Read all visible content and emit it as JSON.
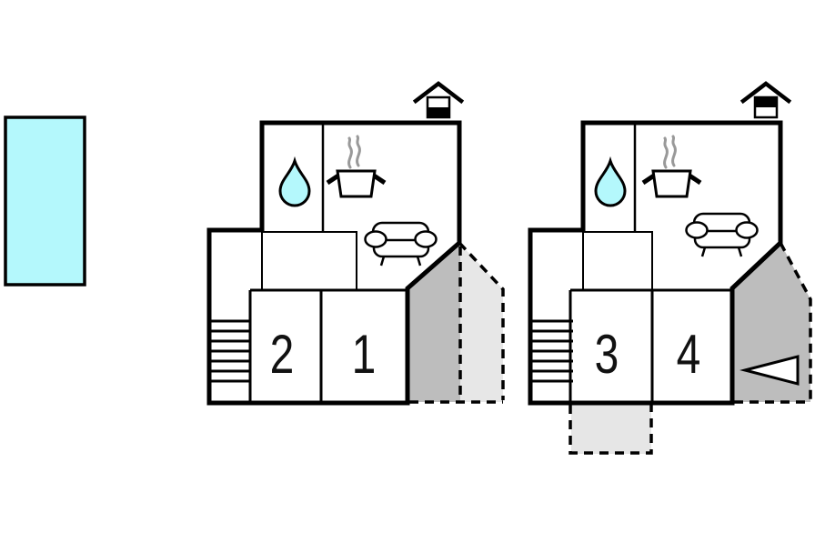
{
  "colors": {
    "background": "#ffffff",
    "outline": "#000000",
    "pool_fill": "#b4f8fc",
    "drop_fill": "#b4f8fc",
    "terrace_dark": "#bdbdbd",
    "terrace_light": "#e7e7e7",
    "porch_fill": "#e6e6e6",
    "steam": "#999999"
  },
  "pool": {
    "label": "swimming-pool"
  },
  "plans": [
    {
      "label": "apartment-a-floorplan",
      "rooms": [
        {
          "number": "2"
        },
        {
          "number": "1"
        }
      ],
      "icons": {
        "chimney": "chimney",
        "bathroom": "water-drop",
        "kitchen": "cooking-pot",
        "living": "sofa",
        "stairs": "stairs",
        "terrace_covered": "covered-terrace",
        "terrace_open": "open-terrace"
      }
    },
    {
      "label": "apartment-b-floorplan",
      "rooms": [
        {
          "number": "3"
        },
        {
          "number": "4"
        }
      ],
      "icons": {
        "chimney": "chimney",
        "bathroom": "water-drop",
        "kitchen": "cooking-pot",
        "living": "sofa",
        "stairs": "stairs",
        "terrace_covered": "covered-terrace",
        "porch": "entrance-porch",
        "arrow": "entrance-arrow-left"
      }
    }
  ]
}
